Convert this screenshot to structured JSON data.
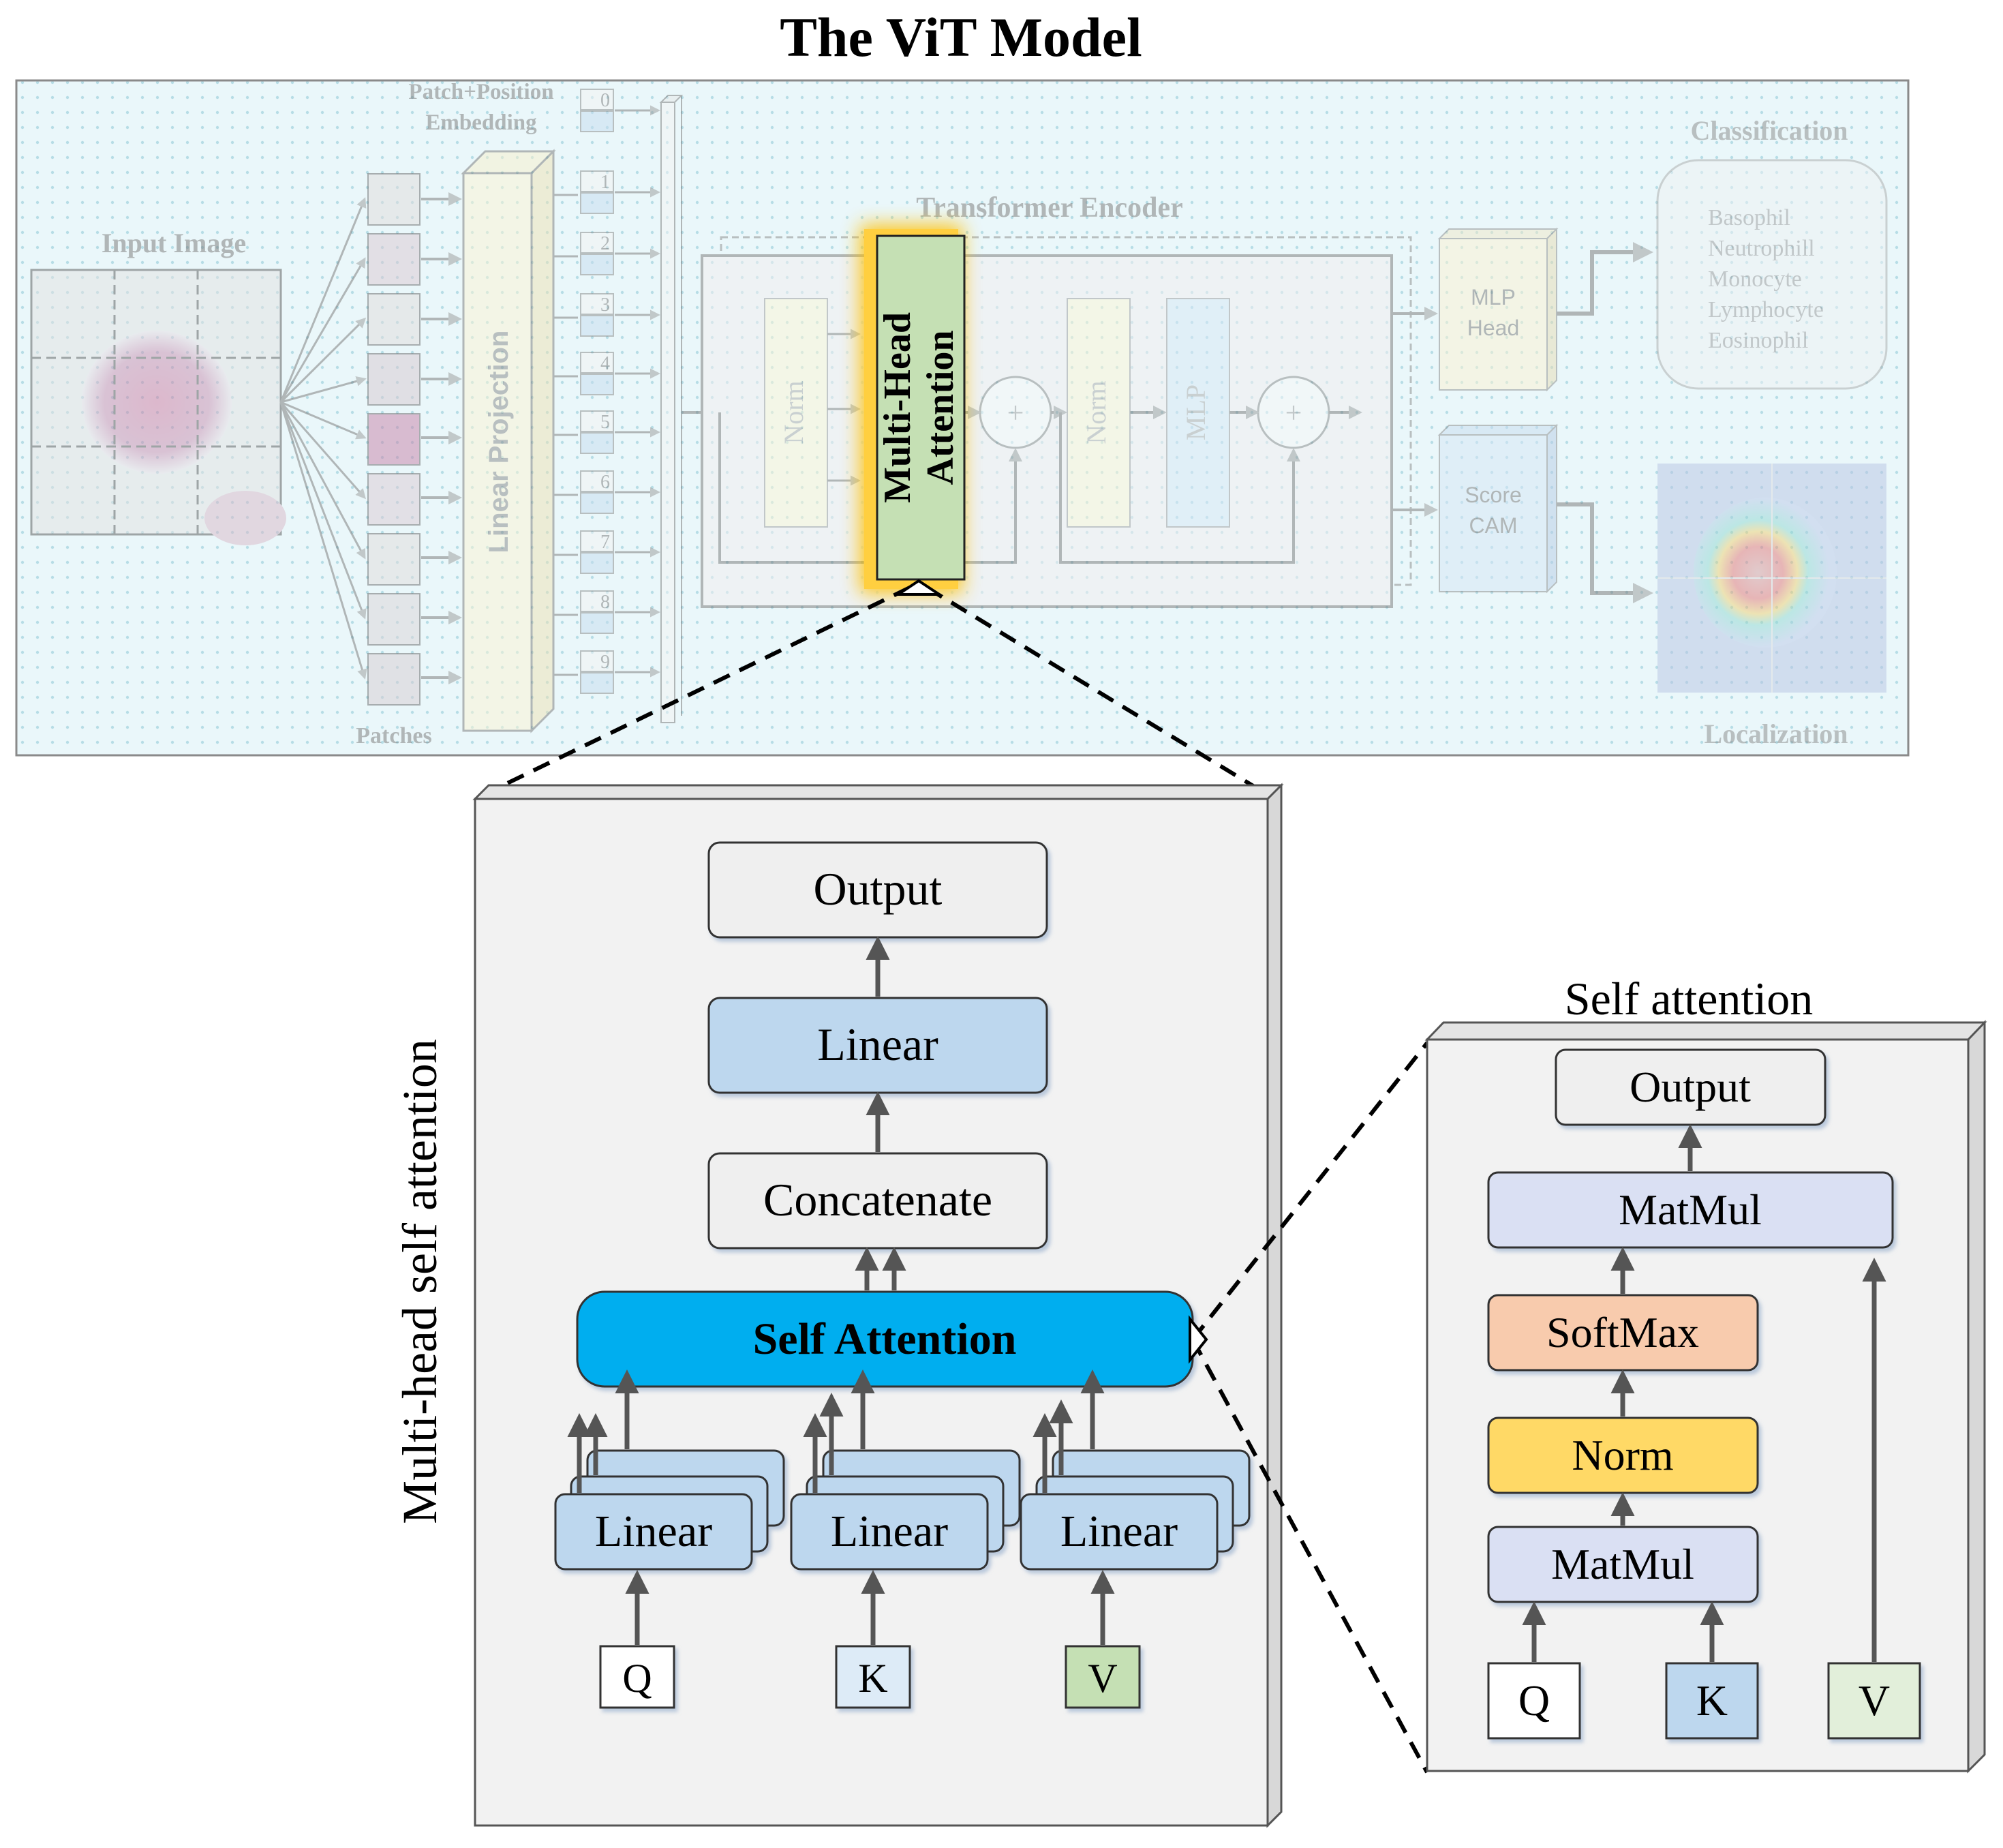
{
  "title": "The ViT Model",
  "top": {
    "input_image_label": "Input Image",
    "patches_label": "Patches",
    "linear_projection_label": "Linear Projection",
    "embedding_label_line1": "Patch+Position",
    "embedding_label_line2": "Embedding",
    "position_indices": [
      "0",
      "1",
      "2",
      "3",
      "4",
      "5",
      "6",
      "7",
      "8",
      "9"
    ],
    "transformer_encoder_label": "Transformer Encoder",
    "norm1_label": "Norm",
    "mha_label_line1": "Multi-Head",
    "mha_label_line2": "Attention",
    "norm2_label": "Norm",
    "mlp_label": "MLP",
    "plus_symbol": "+",
    "mlp_head_line1": "MLP",
    "mlp_head_line2": "Head",
    "score_cam_line1": "Score",
    "score_cam_line2": "CAM",
    "classification_label": "Classification",
    "classes": [
      "Basophil",
      "Neutrophill",
      "Monocyte",
      "Lymphocyte",
      "Eosinophil"
    ],
    "localization_label": "Localization"
  },
  "mhsa": {
    "side_label": "Multi-head self attention",
    "output": "Output",
    "linear_top": "Linear",
    "concatenate": "Concatenate",
    "self_attention": "Self Attention",
    "linear_q": "Linear",
    "linear_k": "Linear",
    "linear_v": "Linear",
    "q": "Q",
    "k": "K",
    "v": "V"
  },
  "sa": {
    "title": "Self attention",
    "output": "Output",
    "matmul_top": "MatMul",
    "softmax": "SoftMax",
    "norm": "Norm",
    "matmul_bottom": "MatMul",
    "q": "Q",
    "k": "K",
    "v": "V"
  },
  "colors": {
    "box_gray": "#efefef",
    "linear_blue": "#bdd7ee",
    "self_attention_blue": "#00aeef",
    "matmul_lavender": "#dae0f3",
    "softmax_orange": "#f8cbad",
    "norm_yellow": "#ffd966",
    "v_green": "#c5e0b4",
    "mha_green": "#c5e0b4",
    "highlight_glow": "#ffc000",
    "panel_bg": "#f2f2f2"
  }
}
